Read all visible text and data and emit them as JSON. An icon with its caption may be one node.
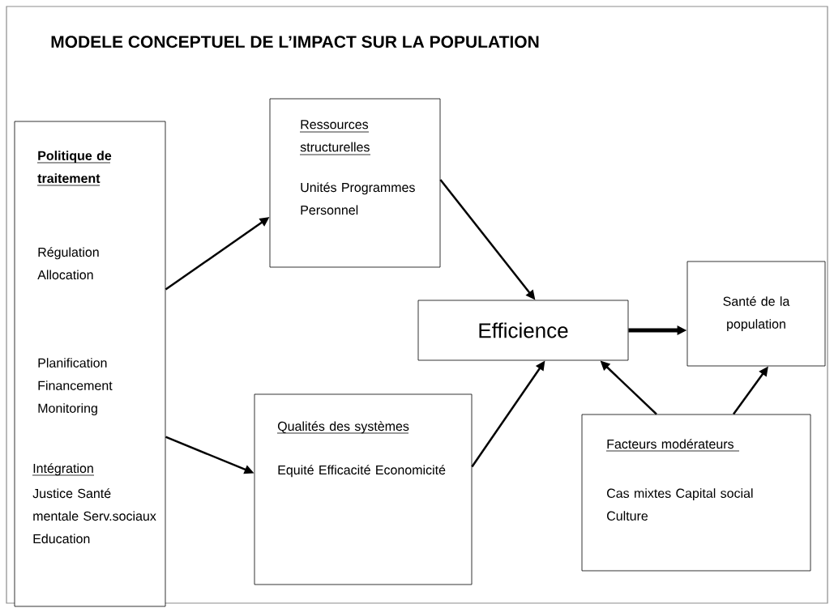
{
  "diagram": {
    "title": "MODELE CONCEPTUEL DE L’IMPACT SUR LA POPULATION",
    "nodes": [
      {
        "text": [
          "Politique de traitement",
          "Régulation Allocation",
          "Planification Financement Monitoring",
          "Intégration",
          "Justice Santé mentale Serv.sociaux Education"
        ]
      },
      {
        "text": [
          "Ressources structurelles",
          "Unités Programmes Personnel"
        ]
      },
      {
        "text": [
          "Efficience"
        ]
      },
      {
        "text": [
          "Santé de la population"
        ]
      },
      {
        "text": [
          "Qualités des systèmes",
          "Equité Efficacité Economicité"
        ]
      },
      {
        "text": [
          "Facteurs modérateurs",
          "Cas mixtes Capital social Culture"
        ]
      }
    ],
    "edges": [
      {
        "from": 0,
        "to": 1,
        "arrow": "to"
      },
      {
        "from": 0,
        "to": 4,
        "arrow": "to"
      },
      {
        "from": 1,
        "to": 2,
        "arrow": "to"
      },
      {
        "from": 4,
        "to": 2,
        "arrow": "to"
      },
      {
        "from": 2,
        "to": 3,
        "arrow": "to",
        "style": "thick"
      },
      {
        "from": 5,
        "to": 2,
        "arrow": "to"
      },
      {
        "from": 5,
        "to": 3,
        "arrow": "to"
      }
    ]
  }
}
